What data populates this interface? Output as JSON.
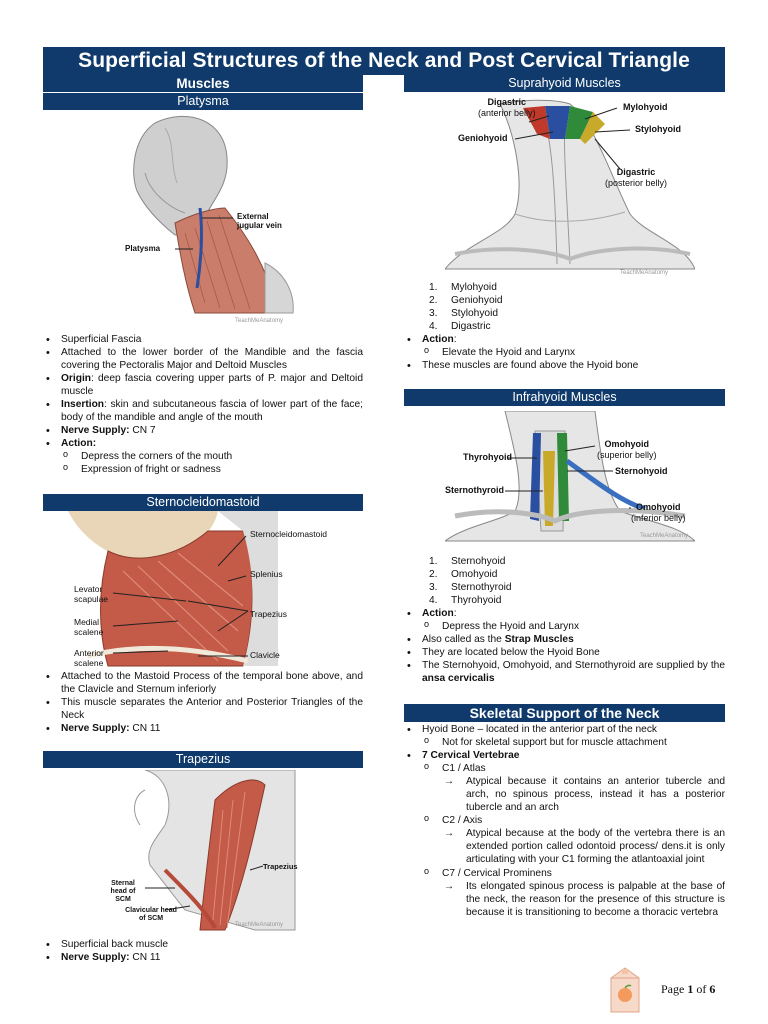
{
  "title": "Superficial Structures of the Neck and Post Cervical Triangle",
  "left": {
    "muscles_header": "Muscles",
    "platysma": {
      "header": "Platysma",
      "fig_labels": [
        "External jugular vein",
        "Platysma"
      ],
      "watermark": "TeachMeAnatomy",
      "bullets": [
        {
          "bold": "",
          "text": "Superficial Fascia"
        },
        {
          "bold": "",
          "text": "Attached to the lower border of the Mandible and the fascia covering the Pectoralis Major and Deltoid Muscles"
        },
        {
          "bold": "Origin",
          "text": ": deep fascia covering upper parts of P. major and Deltoid muscle"
        },
        {
          "bold": "Insertion",
          "text": ": skin and subcutaneous fascia of lower part of the face; body of the mandible and angle of the mouth"
        },
        {
          "bold": "Nerve Supply:",
          "text": " CN 7"
        },
        {
          "bold": "Action:",
          "text": ""
        }
      ],
      "actions": [
        "Depress the corners of the mouth",
        "Expression of fright or sadness"
      ]
    },
    "scm": {
      "header": "Sternocleidomastoid",
      "fig_labels": [
        "Sternocleidomastoid",
        "Splenius",
        "Levator scapulae",
        "Trapezius",
        "Medial scalene",
        "Anterior scalene",
        "Clavicle"
      ],
      "bullets": [
        {
          "bold": "",
          "text": "Attached to the Mastoid Process of the temporal bone above, and the Clavicle and Sternum inferiorly"
        },
        {
          "bold": "",
          "text": "This muscle separates the Anterior and Posterior Triangles of the Neck"
        },
        {
          "bold": "Nerve Supply:",
          "text": " CN 11"
        }
      ]
    },
    "trapezius": {
      "header": "Trapezius",
      "fig_labels": [
        "Trapezius",
        "Sternal head of SCM",
        "Clavicular head of SCM"
      ],
      "watermark": "TeachMeAnatomy",
      "bullets": [
        {
          "bold": "",
          "text": "Superficial back muscle"
        },
        {
          "bold": "Nerve Supply:",
          "text": " CN 11"
        }
      ]
    }
  },
  "right": {
    "suprahyoid": {
      "header": "Suprahyoid Muscles",
      "fig_labels": [
        "Digastric",
        "(anterior belly)",
        "Mylohyoid",
        "Stylohyoid",
        "Geniohyoid",
        "Digastric",
        "(posterior belly)"
      ],
      "watermark": "TeachMeAnatomy",
      "list": [
        "Mylohyoid",
        "Geniohyoid",
        "Stylohyoid",
        "Digastric"
      ],
      "action_label": "Action",
      "actions": [
        "Elevate the Hyoid and Larynx"
      ],
      "bullets": [
        "These muscles are found above the Hyoid bone"
      ]
    },
    "infrahyoid": {
      "header": "Infrahyoid Muscles",
      "fig_labels": [
        "Omohyoid",
        "(superior belly)",
        "Thyrohyoid",
        "Sternohyoid",
        "Sternothyroid",
        "Omohyoid",
        "(inferior belly)"
      ],
      "watermark": "TeachMeAnatomy",
      "list": [
        "Sternohyoid",
        "Omohyoid",
        "Sternothyroid",
        "Thyrohyoid"
      ],
      "action_label": "Action",
      "actions": [
        "Depress the Hyoid and Larynx"
      ],
      "also_pre": "Also called as the ",
      "also_bold": "Strap Muscles",
      "below": "They are located below the Hyoid Bone",
      "supplied_pre": "The Sternohyoid, Omohyoid, and Sternothyroid are supplied by the ",
      "supplied_bold": "ansa cervicalis"
    },
    "skeletal": {
      "header": "Skeletal Support of the Neck",
      "hyoid": "Hyoid Bone – located in the anterior part of the neck",
      "hyoid_sub": "Not for skeletal support but for muscle attachment",
      "vertebrae": "7 Cervical Vertebrae",
      "c1": "C1 / Atlas",
      "c1_note": "Atypical because it contains an anterior tubercle and arch, no spinous process, instead it has a posterior tubercle and an arch",
      "c2": "C2 / Axis",
      "c2_note": "Atypical because at the body of the vertebra there is an extended portion called odontoid process/ dens.it is only articulating with your C1 forming the atlantoaxial joint",
      "c7": "C7 / Cervical Prominens",
      "c7_note": "Its elongated spinous process is palpable at the base of the neck, the reason for the presence of this structure is because it is transitioning to become a thoracic vertebra"
    }
  },
  "footer": {
    "page_word": "Page",
    "page": "1",
    "of_word": "of",
    "total": "6"
  },
  "colors": {
    "header_bg": "#0f3a6b",
    "muscle": "#c97d6a",
    "vein": "#2a4fa0"
  }
}
